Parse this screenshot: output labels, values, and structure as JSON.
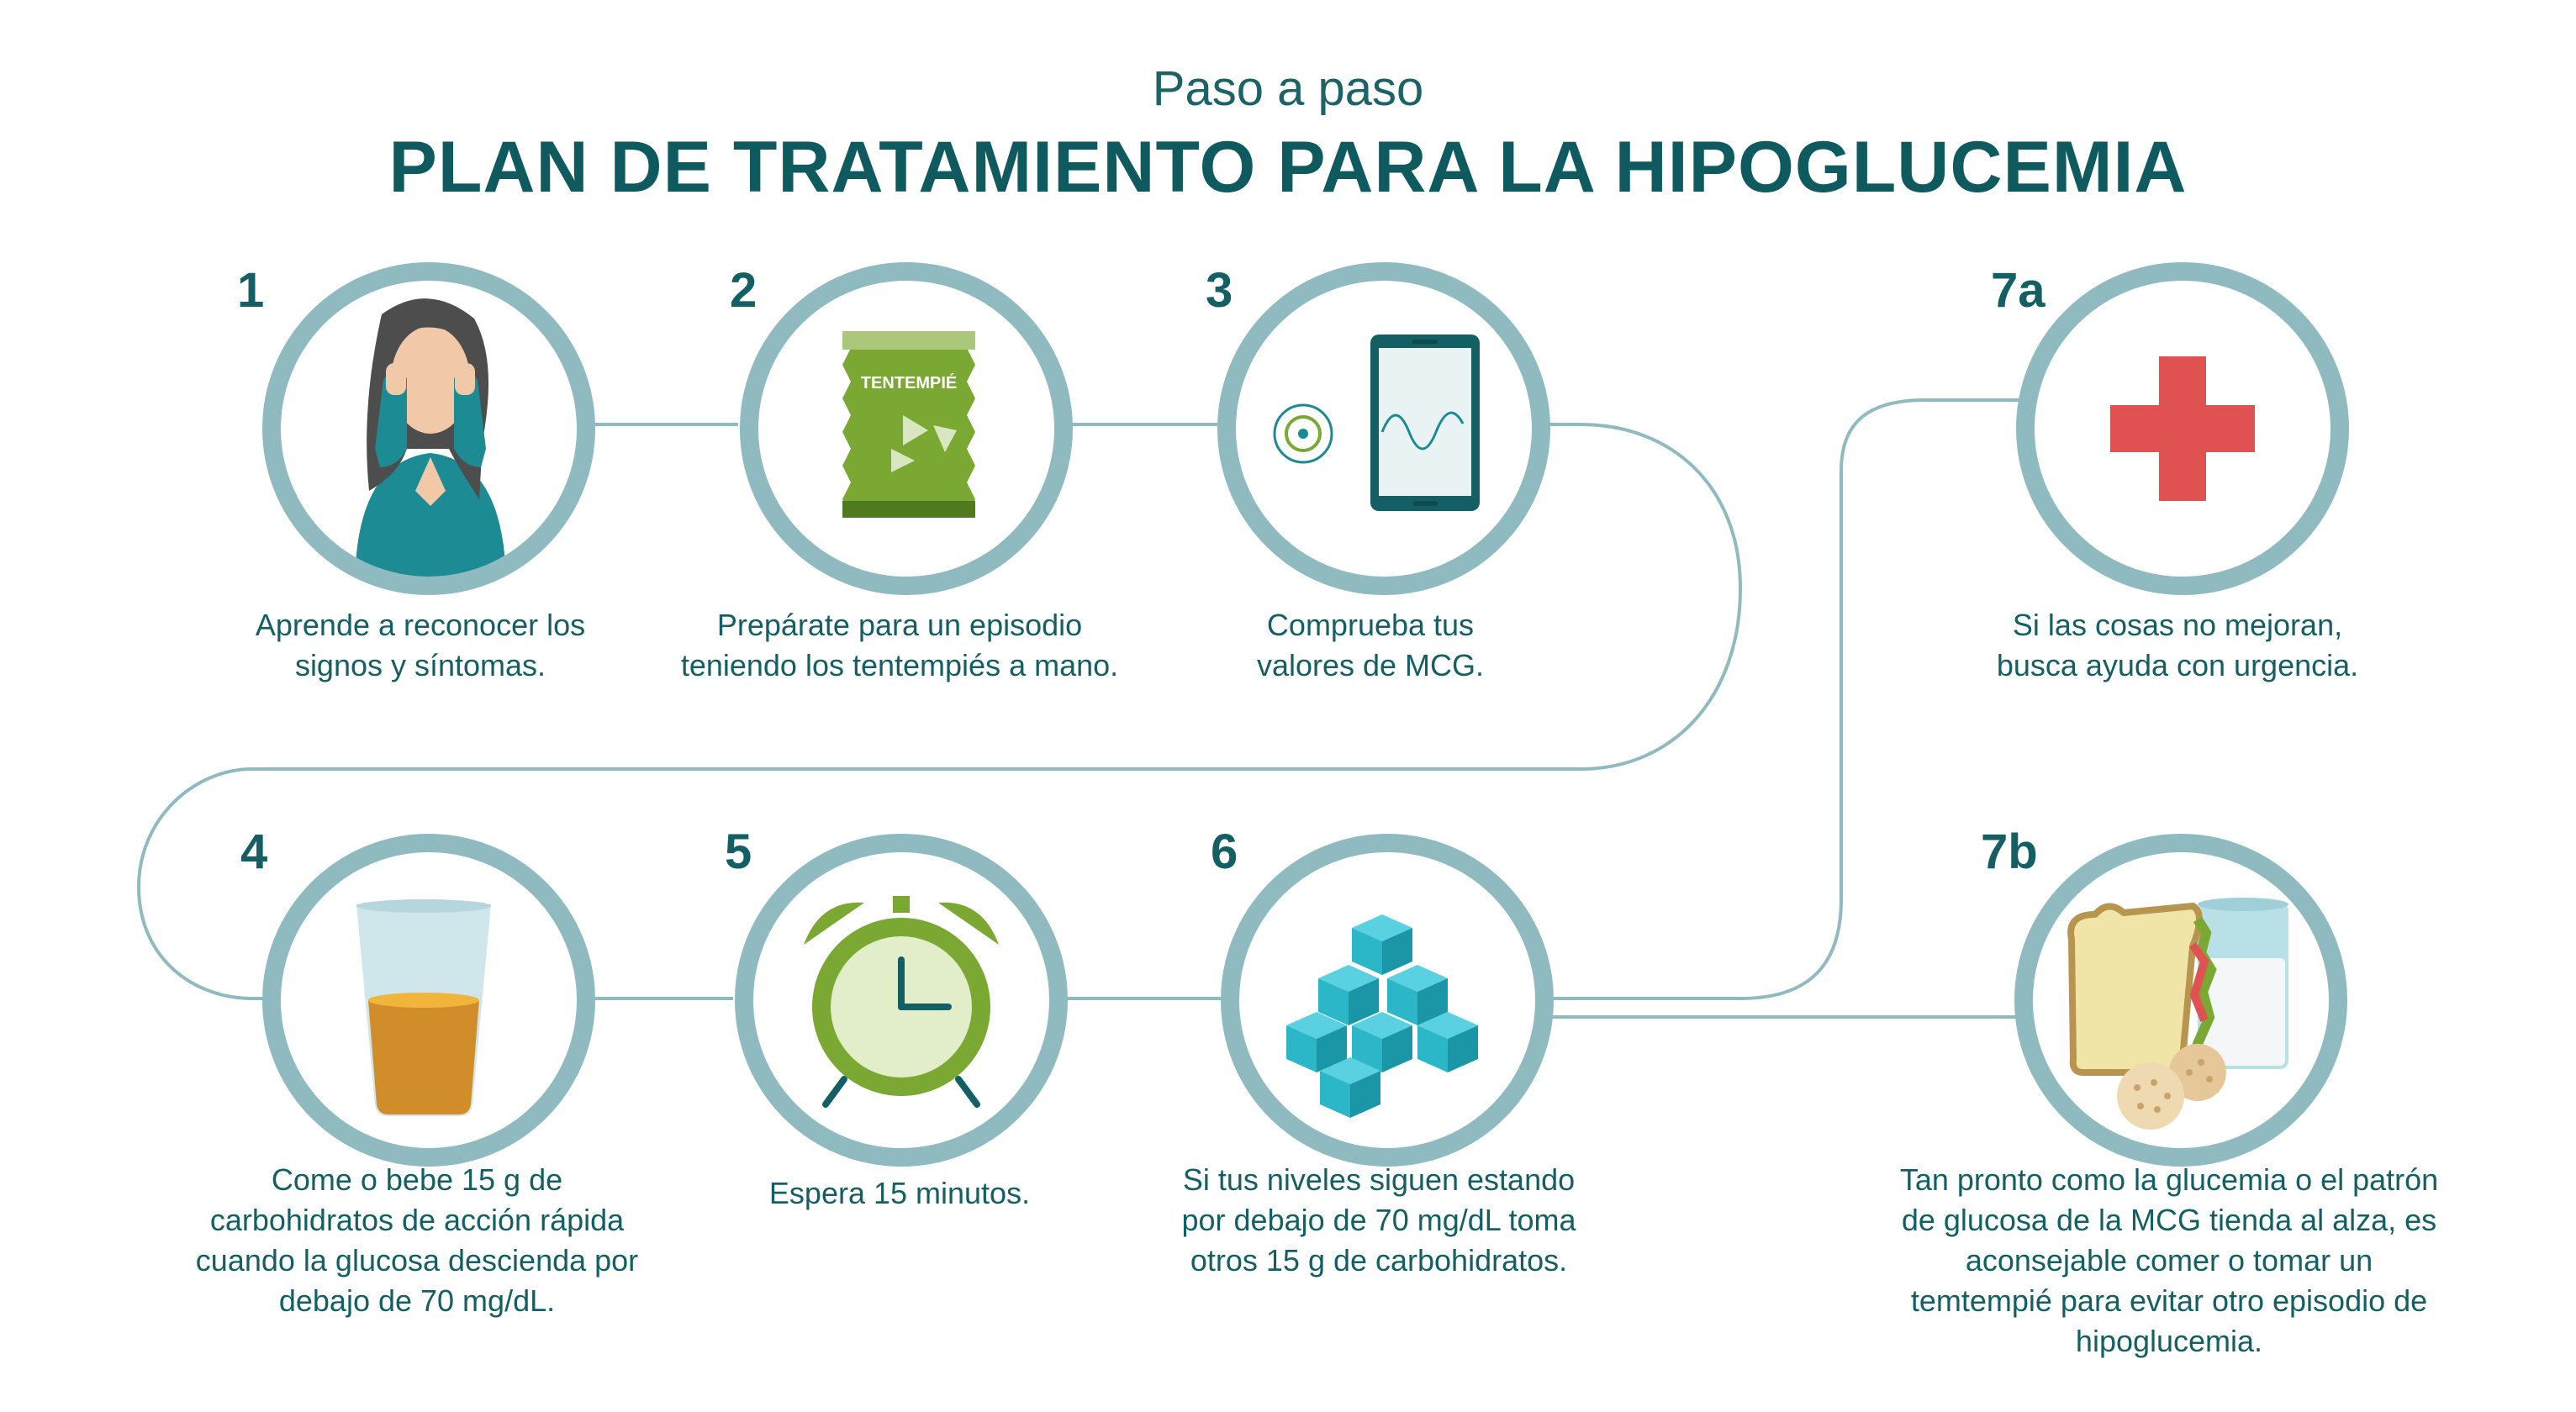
{
  "header": {
    "subtitle": "Paso a paso",
    "title": "PLAN DE TRATAMIENTO PARA LA HIPOGLUCEMIA"
  },
  "steps": [
    {
      "num": "1",
      "icon": "stressed-woman-icon",
      "caption": "Aprende a reconocer los\nsignos y síntomas."
    },
    {
      "num": "2",
      "icon": "snack-bag-icon",
      "bag_label": "TENTEMPIÉ",
      "caption": "Prepárate para un episodio\nteniendo los tentempiés a mano."
    },
    {
      "num": "3",
      "icon": "cgm-sensor-phone-icon",
      "caption": "Comprueba tus\nvalores de MCG."
    },
    {
      "num": "7a",
      "icon": "red-cross-icon",
      "caption": "Si las cosas no mejoran,\nbusca ayuda con urgencia."
    },
    {
      "num": "4",
      "icon": "juice-glass-icon",
      "caption": "Come o bebe 15 g de\ncarbohidratos de acción rápida\ncuando la glucosa descienda por\ndebajo de 70 mg/dL."
    },
    {
      "num": "5",
      "icon": "alarm-clock-icon",
      "caption": "Espera 15 minutos."
    },
    {
      "num": "6",
      "icon": "sugar-cubes-icon",
      "caption": "Si tus niveles siguen estando\npor debajo de 70 mg/dL toma\notros 15 g de carbohidratos."
    },
    {
      "num": "7b",
      "icon": "sandwich-milk-icon",
      "caption": "Tan pronto como la glucemia o el patrón\nde glucosa de la MCG tienda al alza, es\naconsejable comer o tomar un\ntemtempié para evitar otro episodio de\nhipoglucemia."
    }
  ],
  "colors": {
    "text": "#135f63",
    "ring": "#8fbac0",
    "connector": "#8fbac0",
    "cross": "#e05252",
    "green": "#7aa832",
    "teal": "#1a8a94",
    "cyan": "#2bb7c8"
  }
}
